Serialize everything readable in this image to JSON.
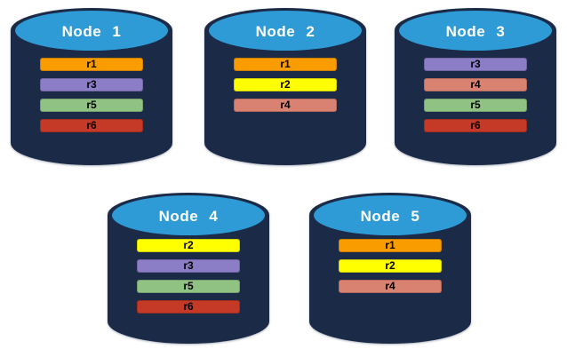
{
  "diagram": {
    "nodes": [
      {
        "label": "Node 1",
        "replicas": [
          "r1",
          "r3",
          "r5",
          "r6"
        ]
      },
      {
        "label": "Node 2",
        "replicas": [
          "r1",
          "r2",
          "r4"
        ]
      },
      {
        "label": "Node 3",
        "replicas": [
          "r3",
          "r4",
          "r5",
          "r6"
        ]
      },
      {
        "label": "Node 4",
        "replicas": [
          "r2",
          "r3",
          "r5",
          "r6"
        ]
      },
      {
        "label": "Node 5",
        "replicas": [
          "r1",
          "r2",
          "r4"
        ]
      }
    ],
    "colors": {
      "replica": {
        "r1": "#F89C00",
        "r2": "#FFFF00",
        "r3": "#8B7DC6",
        "r4": "#D98272",
        "r5": "#8FC283",
        "r6": "#C43A27"
      },
      "cylinder_body": "#1B2A47",
      "cylinder_top": "#2E9BD6",
      "node_label_text": "#FFFFFF",
      "replica_label_text": "#000000",
      "background": "#FFFFFF"
    }
  }
}
